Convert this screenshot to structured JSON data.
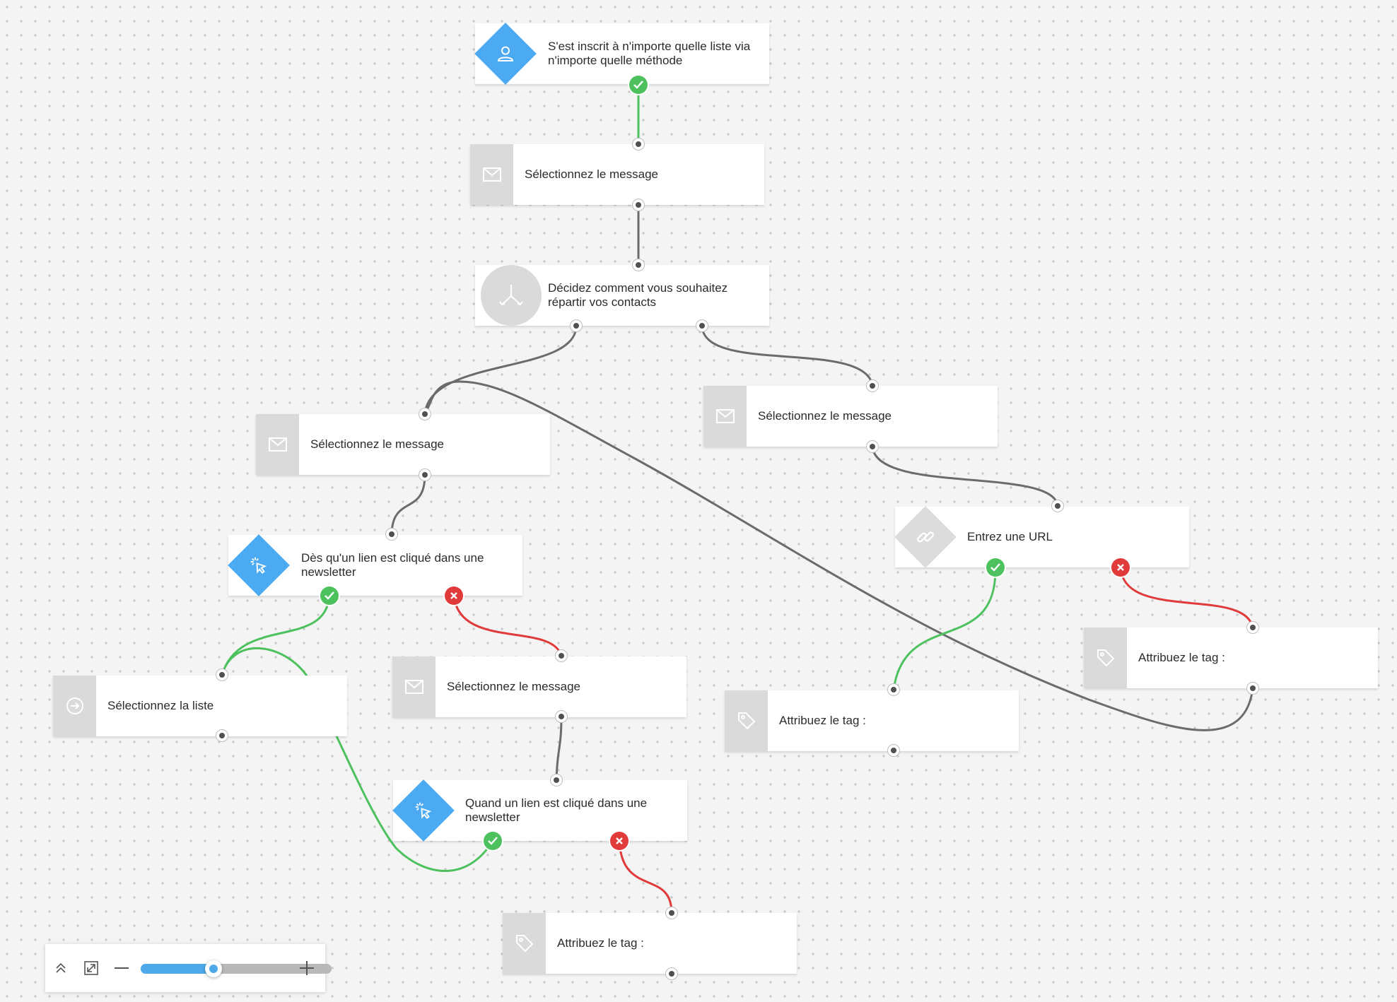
{
  "nodes": {
    "trigger_subscribed": "S'est inscrit à n'importe quelle liste via n'importe quelle méthode",
    "message_1": "Sélectionnez le message",
    "split": "Décidez comment vous souhaitez répartir vos contacts",
    "message_left": "Sélectionnez le message",
    "message_right": "Sélectionnez le message",
    "link_clicked_1": "Dès qu'un lien est cliqué dans une newsletter",
    "url_condition": "Entrez une URL",
    "select_list": "Sélectionnez la liste",
    "message_middle": "Sélectionnez le message",
    "tag_right_bottom": "Attribuez le tag :",
    "tag_right_top": "Attribuez le tag :",
    "link_clicked_2": "Quand un lien est cliqué dans une newsletter",
    "tag_bottom": "Attribuez le tag :"
  },
  "colors": {
    "canvas": "#f4f4f4",
    "accent_blue": "#4baaf2",
    "yes_green": "#4cc15e",
    "no_red": "#e03a3a",
    "connector_grey": "#6b6b6b"
  },
  "icons": {
    "trigger": "user-icon",
    "message": "envelope-icon",
    "split": "split-arrows-icon",
    "link_click": "cursor-click-icon",
    "url": "link-icon",
    "list": "arrow-circle-right-icon",
    "tag": "tag-icon"
  },
  "zoom": {
    "level": 0.38
  }
}
